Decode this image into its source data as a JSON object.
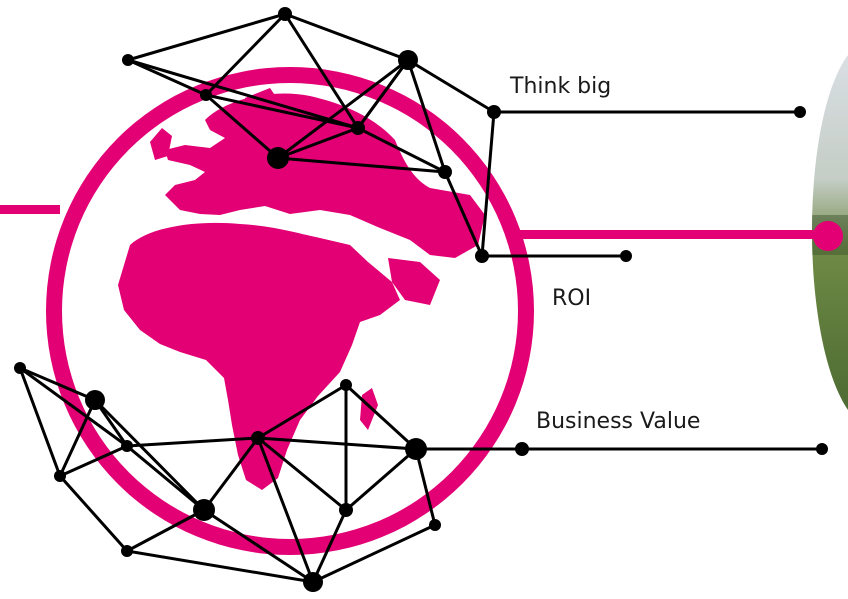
{
  "labels": {
    "think_big": "Think big",
    "roi": "ROI",
    "business_value": "Business Value"
  },
  "colors": {
    "magenta": "#e20074",
    "line": "#000000",
    "photo_green": "#5e7a3a",
    "photo_sky": "#d9dfe3"
  },
  "icons": {
    "globe": "globe-icon",
    "network": "network-mesh-icon"
  }
}
